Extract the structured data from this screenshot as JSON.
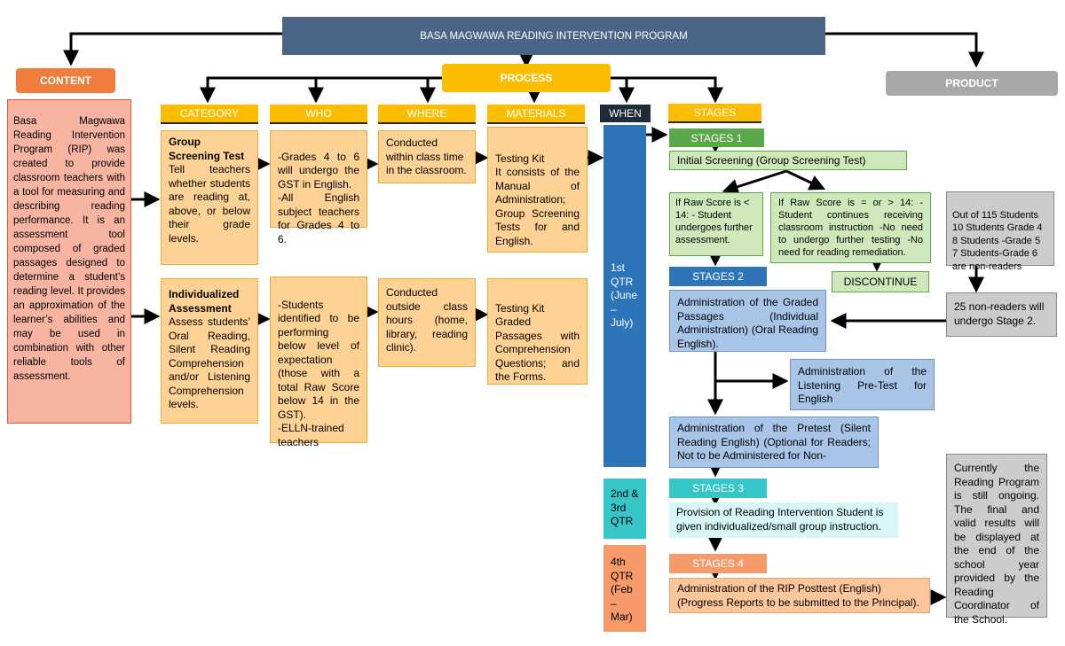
{
  "title": "BASA MAGWAWA READING INTERVENTION PROGRAM",
  "content": {
    "label": "CONTENT",
    "text": "Basa Magwawa Reading Intervention Program (RIP) was created to provide classroom teachers with a tool for measuring and describing reading performance. It is an assessment tool composed of graded passages designed to determine a student’s reading level. It provides an approximation of the learner’s abilities and may be used in combination with other reliable tools of assessment."
  },
  "process": {
    "label": "PROCESS",
    "columns": {
      "category": "CATEGORY",
      "who": "WHO",
      "where": "WHERE",
      "materials": "MATERIALS",
      "when": "WHEN",
      "stages": "STAGES"
    },
    "row1": {
      "category_title": "Group Screening Test",
      "category_text": "Tell teachers whether students are reading at, above, or below their grade levels.",
      "who": "-Grades 4 to 6 will undergo the GST in English.\n-All English subject teachers for Grades 4 to 6.",
      "where": "Conducted within class time in the classroom.",
      "materials": "Testing Kit\nIt consists of the Manual of Administration; Group Screening Tests for and English."
    },
    "row2": {
      "category_title": "Individualized Assessment",
      "category_text": "Assess students’ Oral Reading, Silent Reading Comprehension and/or Listening Comprehension levels.",
      "who": "-Students identified to be performing below level of expectation (those with a total Raw Score below 14 in the GST).\n-ELLN-trained teachers",
      "where": "Conducted outside class hours (home, library, reading clinic).",
      "materials": "Testing Kit\nGraded Passages with Comprehension Questions; and the Forms."
    }
  },
  "when": {
    "q1": "1st QTR (June – July)",
    "q23": "2nd & 3rd QTR",
    "q4": "4th QTR (Feb – Mar)"
  },
  "stages": {
    "stage1": "STAGES 1",
    "initial": "Initial Screening (Group Screening Test)",
    "below14": "If Raw Score is < 14: - Student undergoes further assessment.",
    "above14": "If Raw Score is = or > 14: -Student continues receiving classroom instruction -No need to undergo further testing -No need for reading remediation.",
    "discontinue": "DISCONTINUE",
    "stage2": "STAGES 2",
    "graded": "Administration of the Graded Passages (Individual Administration) (Oral Reading English).",
    "listening": "Administration of the Listening Pre-Test for English",
    "pretest": "Administration of the Pretest (Silent Reading English) (Optional for Readers; Not to be Administered for Non-",
    "stage3": "STAGES 3",
    "provision": "Provision of Reading Intervention Student is given individualized/small group instruction.",
    "stage4": "STAGES 4",
    "posttest": "Administration of the RIP Posttest (English) (Progress Reports to be submitted to the Principal)."
  },
  "product": {
    "label": "PRODUCT",
    "counts": "Out of  115 Students\n10 Students Grade 4\n8 Students -Grade 5\n7 Students-Grade 6 are non-readers",
    "nonreaders": "25 non-readers will undergo Stage 2.",
    "ongoing": "Currently the Reading Program is still ongoing. The final and valid results will be displayed at the end of the school year provided by the Reading Coordinator of the School."
  },
  "colors": {
    "title_bg": "#4a6585",
    "content_bg": "#f7b4a0",
    "content_label": "#f07d3c",
    "process_label": "#fcbd00",
    "column_header": "#fcbd00",
    "cell_bg": "#fdd294",
    "when_header": "#1f2a3a",
    "q1": "#2d74b8",
    "q23": "#36c6c8",
    "q4": "#f79a6a",
    "stage1": "#5aa84a",
    "stage1_light": "#cfe8bb",
    "stage2": "#2d74b8",
    "stage2_light": "#a8c4e6",
    "stage3": "#36c6c8",
    "stage3_light": "#d6f6f8",
    "stage4": "#f79a6a",
    "stage4_light": "#fcc69c",
    "product_label": "#a8a8a8",
    "product_bg": "#cccccc"
  }
}
